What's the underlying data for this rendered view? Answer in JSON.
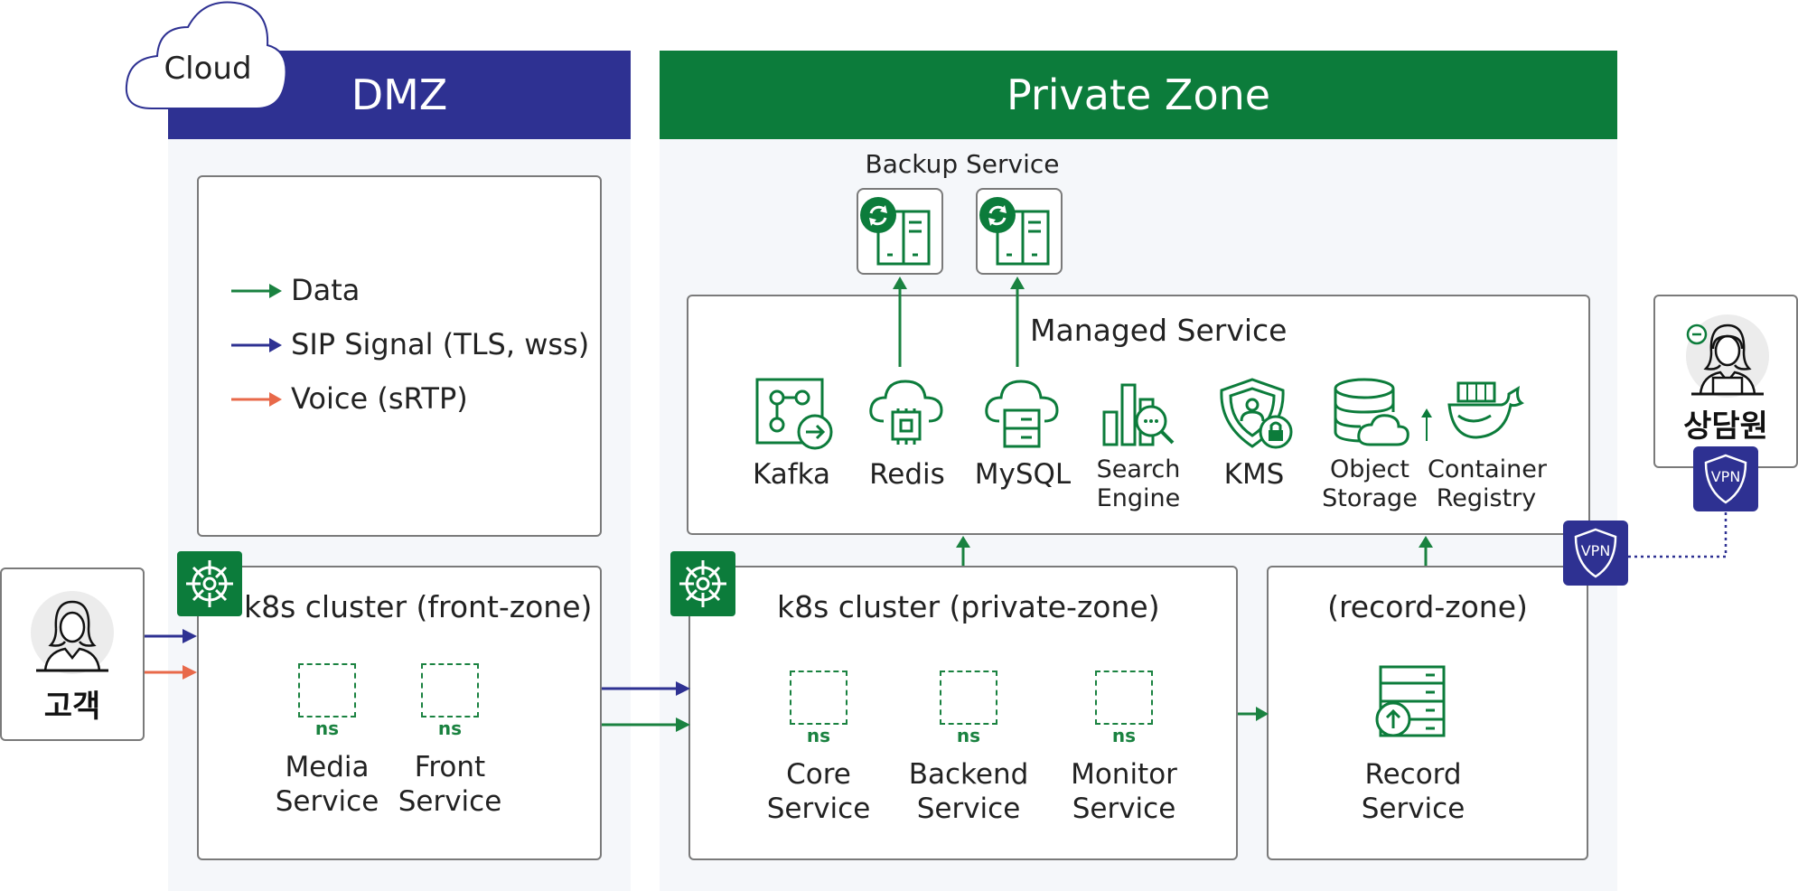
{
  "cloud_label": "Cloud",
  "zones": {
    "dmz": {
      "title": "DMZ",
      "color": "#2e3192"
    },
    "private": {
      "title": "Private Zone",
      "color": "#0c7c3b"
    }
  },
  "legend": [
    {
      "label": "Data",
      "color": "#1a8240"
    },
    {
      "label": "SIP Signal (TLS, wss)",
      "color": "#2e3192"
    },
    {
      "label": "Voice (sRTP)",
      "color": "#e8694a"
    }
  ],
  "backup_service": {
    "title": "Backup Service"
  },
  "managed_service": {
    "title": "Managed Service",
    "items": [
      {
        "name": "kafka",
        "label": "Kafka"
      },
      {
        "name": "redis",
        "label": "Redis"
      },
      {
        "name": "mysql",
        "label": "MySQL"
      },
      {
        "name": "search-engine",
        "line1": "Search",
        "line2": "Engine"
      },
      {
        "name": "kms",
        "label": "KMS"
      },
      {
        "name": "object-storage",
        "line1": "Object",
        "line2": "Storage"
      },
      {
        "name": "container-registry",
        "line1": "Container",
        "line2": "Registry"
      }
    ]
  },
  "front_cluster": {
    "title": "k8s cluster (front-zone)",
    "services": [
      {
        "ns": "ns",
        "line1": "Media",
        "line2": "Service"
      },
      {
        "ns": "ns",
        "line1": "Front",
        "line2": "Service"
      }
    ]
  },
  "private_cluster": {
    "title": "k8s cluster (private-zone)",
    "services": [
      {
        "ns": "ns",
        "line1": "Core",
        "line2": "Service"
      },
      {
        "ns": "ns",
        "line1": "Backend",
        "line2": "Service"
      },
      {
        "ns": "ns",
        "line1": "Monitor",
        "line2": "Service"
      }
    ]
  },
  "record_zone": {
    "title": "(record-zone)",
    "service": {
      "line1": "Record",
      "line2": "Service"
    }
  },
  "customer": {
    "label": "고객"
  },
  "agent": {
    "label": "상담원"
  },
  "vpn_label": "VPN"
}
